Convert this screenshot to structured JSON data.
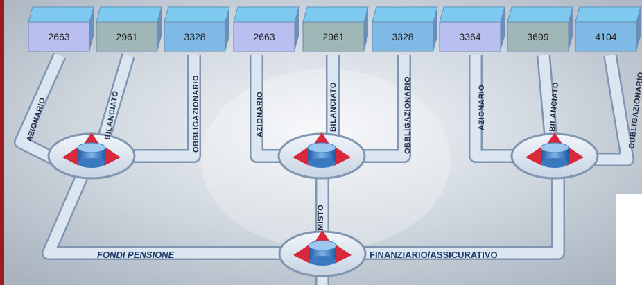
{
  "boxes": [
    {
      "value": "2663",
      "top_color": "#7ec9f0",
      "face_color": "#b9bff0"
    },
    {
      "value": "2961",
      "top_color": "#7ec9f0",
      "face_color": "#9fb7b7"
    },
    {
      "value": "3328",
      "top_color": "#7ec9f0",
      "face_color": "#7fb9e6"
    },
    {
      "value": "2663",
      "top_color": "#7ec9f0",
      "face_color": "#b9bff0"
    },
    {
      "value": "2961",
      "top_color": "#7ec9f0",
      "face_color": "#9fb7b7"
    },
    {
      "value": "3328",
      "top_color": "#7ec9f0",
      "face_color": "#7fb9e6"
    },
    {
      "value": "3364",
      "top_color": "#7ec9f0",
      "face_color": "#b9bff0"
    },
    {
      "value": "3699",
      "top_color": "#7ec9f0",
      "face_color": "#9fb7b7"
    },
    {
      "value": "4104",
      "top_color": "#7ec9f0",
      "face_color": "#7fb9e6"
    }
  ],
  "branches": {
    "azionario": "AZIONARIO",
    "bilanciato": "BILANCIATO",
    "obbligazionario": "OBBLIGAZIONARIO"
  },
  "base": {
    "left": "FONDI PENSIONE",
    "right": "FINANZIARIO/ASSICURATIVO",
    "center": "MISTO"
  },
  "colors": {
    "pipe": "#dbe6f1",
    "pipe_edge": "#7f95b0",
    "arrow_red": "#d8283c",
    "arrow_blue": "#3a78c0",
    "left_strip": "#9b1b22"
  }
}
